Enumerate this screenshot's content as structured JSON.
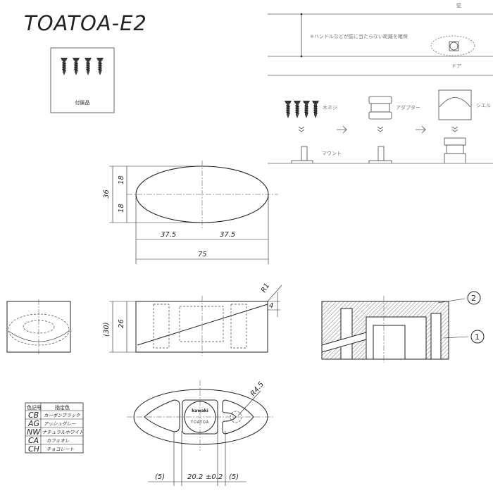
{
  "title": "TOATOA-E2",
  "accessories": {
    "label": "付属品"
  },
  "install_diagram": {
    "wall_label": "壁",
    "door_label": "ドア",
    "note": "※ハンドルなどが壁に当たらない距離を確保",
    "screw_label": "木ネジ",
    "adapter_label": "アダプター",
    "shell_label": "シエル",
    "mount_label": "マウント"
  },
  "top_view": {
    "dim_height": "36",
    "dim_half_height": "18",
    "dim_half_height_2": "18",
    "dim_half_width_left": "37.5",
    "dim_half_width_right": "37.5",
    "dim_width": "75"
  },
  "side_view": {
    "dim_total": "(30)",
    "dim_height": "26",
    "radius": "R1",
    "dim_slope": "4"
  },
  "section_view": {
    "balloon_1": "1",
    "balloon_2": "2"
  },
  "color_table": {
    "headers": [
      "色記号",
      "指定色"
    ],
    "rows": [
      [
        "CB",
        "カーボンブラック"
      ],
      [
        "AG",
        "アッシュグレー"
      ],
      [
        "NW",
        "ナチュラルホワイト"
      ],
      [
        "CA",
        "カフェオレ"
      ],
      [
        "CH",
        "チョコレート"
      ]
    ]
  },
  "bottom_view": {
    "radius": "R4.5",
    "dim_left": "(5)",
    "dim_center": "20.2",
    "tolerance": "±0.2",
    "dim_right": "(5)",
    "logo_brand": "kawaki",
    "logo_text": "TOATOA"
  }
}
